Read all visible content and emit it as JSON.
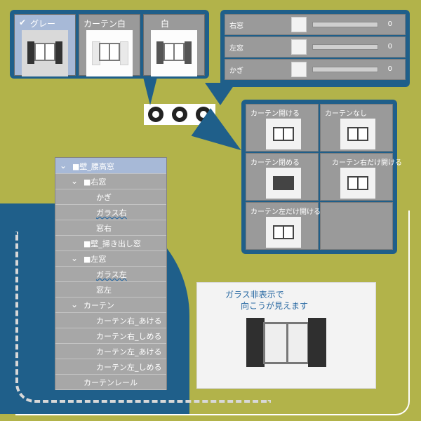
{
  "colors": {
    "bg": "#b2b34a",
    "panel_blue": "#1f5f8a",
    "panel_grey": "#9a9a9a",
    "highlight": "#a7b9d7",
    "caption_blue": "#2a6aa3"
  },
  "swatches": {
    "items": [
      {
        "label": "グレー",
        "selected": true
      },
      {
        "label": "カーテン白",
        "selected": false
      },
      {
        "label": "白",
        "selected": false
      }
    ],
    "check_icon": "checkmark-icon"
  },
  "sliders": {
    "rows": [
      {
        "label": "右窓",
        "value": "0",
        "progress": 0
      },
      {
        "label": "左窓",
        "value": "0",
        "progress": 0
      },
      {
        "label": "かぎ",
        "value": "0",
        "progress": 0
      }
    ]
  },
  "tool_icons": [
    "hand-curtain-icon",
    "hand-ball-icon",
    "hand-key-icon"
  ],
  "grid": {
    "cells": [
      {
        "label": "カーテン開ける"
      },
      {
        "label": "カーテンなし"
      },
      {
        "label": "カーテン閉める"
      },
      {
        "label": "カーテン右だけ開ける"
      },
      {
        "label": "カーテン左だけ開ける"
      }
    ]
  },
  "tree": {
    "rows": [
      {
        "label": "■壁_腰高窓",
        "level": 0,
        "expandable": true,
        "highlight": true
      },
      {
        "label": "■右窓",
        "level": 1,
        "expandable": true
      },
      {
        "label": "かぎ",
        "level": 2
      },
      {
        "label": "ガラス右",
        "level": 2
      },
      {
        "label": "窓右",
        "level": 2
      },
      {
        "label": "■壁_掃き出し窓",
        "level": 1
      },
      {
        "label": "■左窓",
        "level": 1,
        "expandable": true
      },
      {
        "label": "ガラス左",
        "level": 2
      },
      {
        "label": "窓左",
        "level": 2
      },
      {
        "label": "カーテン",
        "level": 1,
        "expandable": true
      },
      {
        "label": "カーテン右_あける",
        "level": 2
      },
      {
        "label": "カーテン右_しめる",
        "level": 2
      },
      {
        "label": "カーテン左_あける",
        "level": 2
      },
      {
        "label": "カーテン左_しめる",
        "level": 2
      },
      {
        "label": "カーテンレール",
        "level": 1
      }
    ]
  },
  "photo": {
    "caption_line1": "ガラス非表示で",
    "caption_line2": "向こうが見えます"
  }
}
